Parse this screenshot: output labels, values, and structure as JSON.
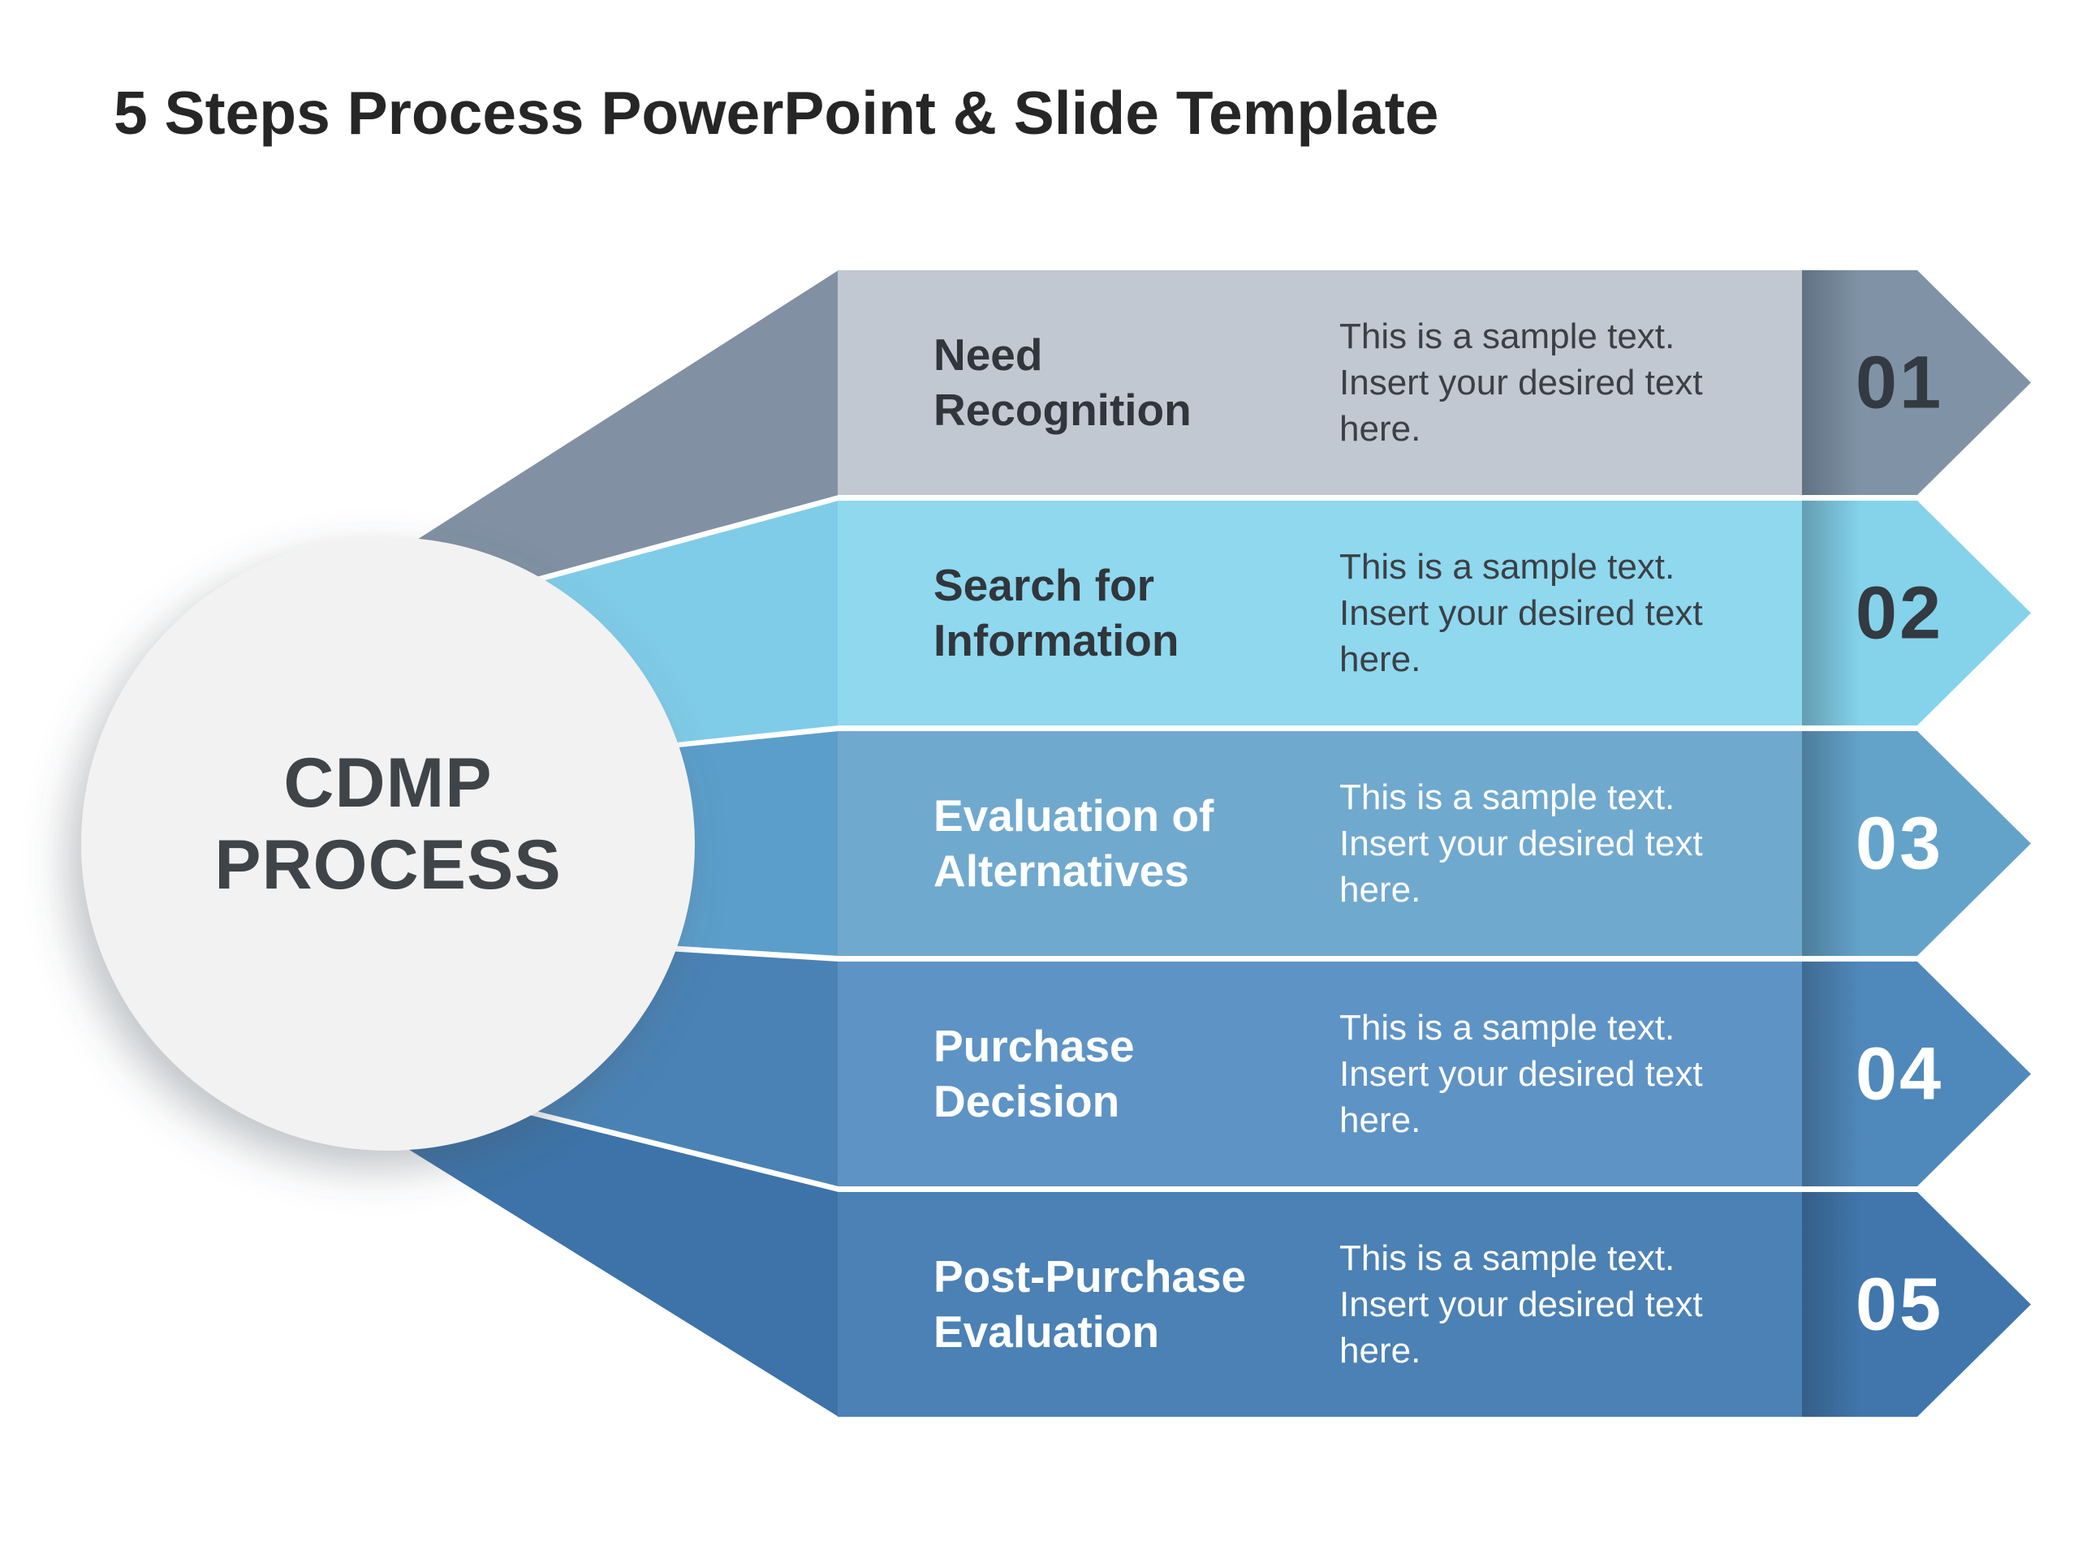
{
  "page": {
    "background": "#ffffff"
  },
  "title": {
    "text": "5 Steps Process PowerPoint & Slide Template",
    "color": "#262626"
  },
  "circle": {
    "label_line1": "CDMP",
    "label_line2": "PROCESS",
    "fill": "#f2f2f3",
    "text_color": "#3f4449"
  },
  "steps": [
    {
      "number": "01",
      "title": "Need Recognition",
      "description": "This is a sample text. Insert your desired text here.",
      "colors": {
        "wedge": "#8191a3",
        "body": "#c2c8d1",
        "arrow": "#8093a6",
        "number": "#333a41",
        "title_text": "#30363c",
        "description_text": "#3a4046"
      }
    },
    {
      "number": "02",
      "title": "Search for Information",
      "description": "This is a sample text. Insert your desired text here.",
      "colors": {
        "wedge": "#7fcce8",
        "body": "#90d8ee",
        "arrow": "#84d3eb",
        "number": "#333a41",
        "title_text": "#30363c",
        "description_text": "#3a4046"
      }
    },
    {
      "number": "03",
      "title": "Evaluation of Alternatives",
      "description": "This is a sample text. Insert your desired text here.",
      "colors": {
        "wedge": "#5b9ecb",
        "body": "#70a9ce",
        "arrow": "#63a3ca",
        "number": "#ffffff",
        "title_text": "#ffffff",
        "description_text": "#ffffff"
      }
    },
    {
      "number": "04",
      "title": "Purchase Decision",
      "description": "This is a sample text. Insert your desired text here.",
      "colors": {
        "wedge": "#4a82b5",
        "body": "#5e93c5",
        "arrow": "#4f88bb",
        "number": "#ffffff",
        "title_text": "#ffffff",
        "description_text": "#ffffff"
      }
    },
    {
      "number": "05",
      "title": "Post-Purchase Evaluation",
      "description": "This is a sample text. Insert your desired text here.",
      "colors": {
        "wedge": "#3d73a8",
        "body": "#4b81b4",
        "arrow": "#4076ac",
        "number": "#ffffff",
        "title_text": "#ffffff",
        "description_text": "#ffffff"
      }
    }
  ]
}
